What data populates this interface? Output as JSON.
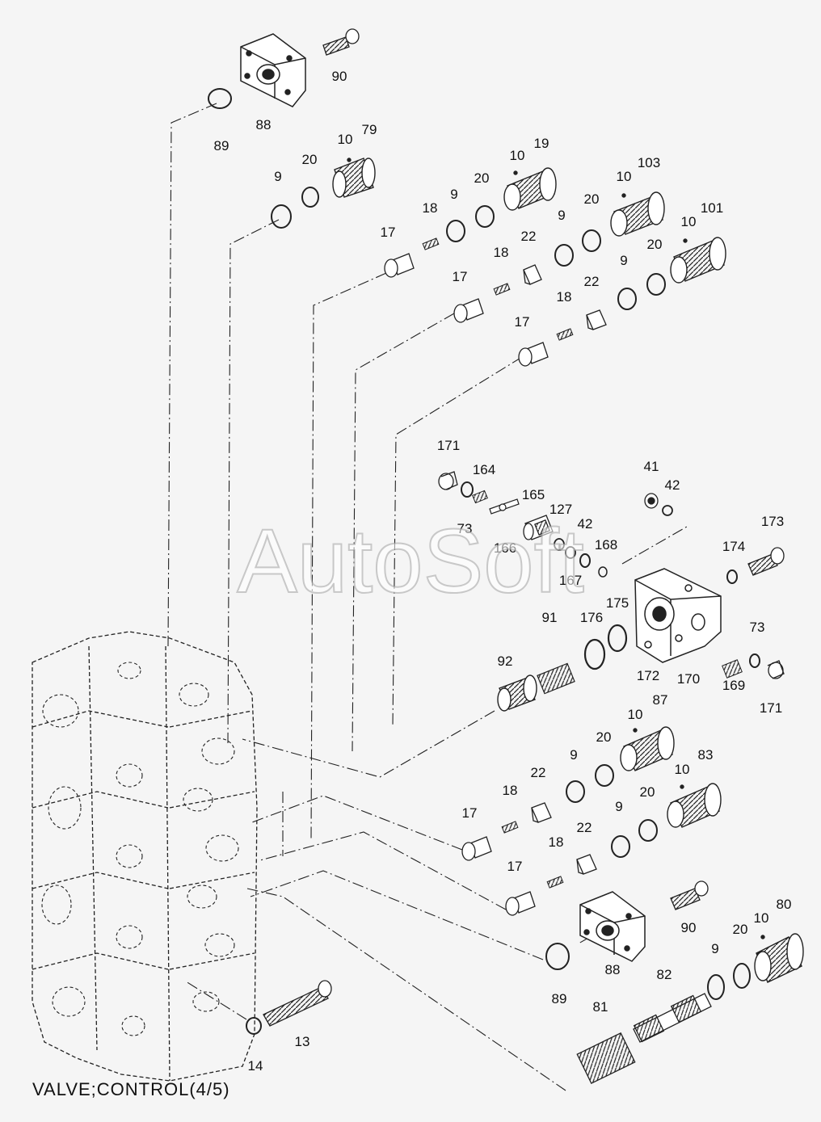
{
  "caption": "VALVE;CONTROL(4/5)",
  "watermark": "AutoSoft",
  "parts": [
    {
      "id": "p90a",
      "label": "90"
    },
    {
      "id": "p88a",
      "label": "88"
    },
    {
      "id": "p89a",
      "label": "89"
    },
    {
      "id": "p10a",
      "label": "10"
    },
    {
      "id": "p79",
      "label": "79"
    },
    {
      "id": "p20a",
      "label": "20"
    },
    {
      "id": "p9a",
      "label": "9"
    },
    {
      "id": "p10b",
      "label": "10"
    },
    {
      "id": "p19",
      "label": "19"
    },
    {
      "id": "p20b",
      "label": "20"
    },
    {
      "id": "p9b",
      "label": "9"
    },
    {
      "id": "p18a",
      "label": "18"
    },
    {
      "id": "p17a",
      "label": "17"
    },
    {
      "id": "p10c",
      "label": "10"
    },
    {
      "id": "p103",
      "label": "103"
    },
    {
      "id": "p20c",
      "label": "20"
    },
    {
      "id": "p9c",
      "label": "9"
    },
    {
      "id": "p22a",
      "label": "22"
    },
    {
      "id": "p18b",
      "label": "18"
    },
    {
      "id": "p17b",
      "label": "17"
    },
    {
      "id": "p10d",
      "label": "10"
    },
    {
      "id": "p101",
      "label": "101"
    },
    {
      "id": "p20d",
      "label": "20"
    },
    {
      "id": "p9d",
      "label": "9"
    },
    {
      "id": "p22b",
      "label": "22"
    },
    {
      "id": "p18c",
      "label": "18"
    },
    {
      "id": "p17c",
      "label": "17"
    },
    {
      "id": "p171a",
      "label": "171"
    },
    {
      "id": "p164",
      "label": "164"
    },
    {
      "id": "p73a",
      "label": "73"
    },
    {
      "id": "p165",
      "label": "165"
    },
    {
      "id": "p166",
      "label": "166"
    },
    {
      "id": "p127",
      "label": "127"
    },
    {
      "id": "p42a",
      "label": "42"
    },
    {
      "id": "p167",
      "label": "167"
    },
    {
      "id": "p168",
      "label": "168"
    },
    {
      "id": "p41",
      "label": "41"
    },
    {
      "id": "p42b",
      "label": "42"
    },
    {
      "id": "p173",
      "label": "173"
    },
    {
      "id": "p174",
      "label": "174"
    },
    {
      "id": "p175",
      "label": "175"
    },
    {
      "id": "p176",
      "label": "176"
    },
    {
      "id": "p91",
      "label": "91"
    },
    {
      "id": "p92",
      "label": "92"
    },
    {
      "id": "p172",
      "label": "172"
    },
    {
      "id": "p170",
      "label": "170"
    },
    {
      "id": "p73b",
      "label": "73"
    },
    {
      "id": "p169",
      "label": "169"
    },
    {
      "id": "p171b",
      "label": "171"
    },
    {
      "id": "p10e",
      "label": "10"
    },
    {
      "id": "p87",
      "label": "87"
    },
    {
      "id": "p20e",
      "label": "20"
    },
    {
      "id": "p9e",
      "label": "9"
    },
    {
      "id": "p22c",
      "label": "22"
    },
    {
      "id": "p10f",
      "label": "10"
    },
    {
      "id": "p83",
      "label": "83"
    },
    {
      "id": "p18d",
      "label": "18"
    },
    {
      "id": "p17d",
      "label": "17"
    },
    {
      "id": "p20f",
      "label": "20"
    },
    {
      "id": "p9f",
      "label": "9"
    },
    {
      "id": "p22d",
      "label": "22"
    },
    {
      "id": "p18e",
      "label": "18"
    },
    {
      "id": "p17e",
      "label": "17"
    },
    {
      "id": "p90b",
      "label": "90"
    },
    {
      "id": "p88b",
      "label": "88"
    },
    {
      "id": "p89b",
      "label": "89"
    },
    {
      "id": "p9g",
      "label": "9"
    },
    {
      "id": "p20g",
      "label": "20"
    },
    {
      "id": "p10g",
      "label": "10"
    },
    {
      "id": "p80",
      "label": "80"
    },
    {
      "id": "p82",
      "label": "82"
    },
    {
      "id": "p81",
      "label": "81"
    },
    {
      "id": "p13",
      "label": "13"
    },
    {
      "id": "p14",
      "label": "14"
    }
  ]
}
